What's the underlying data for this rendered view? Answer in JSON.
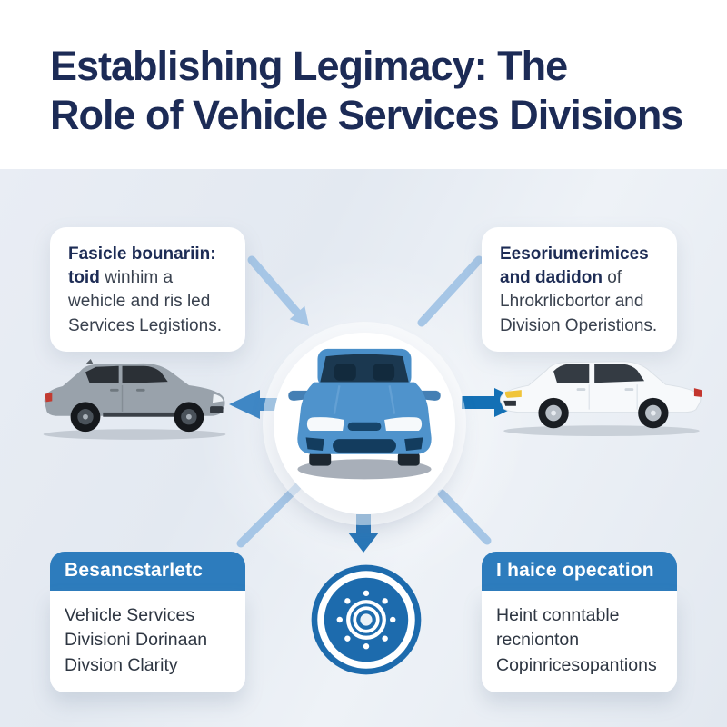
{
  "header": {
    "title_line1": "Establishing Legimacy: The",
    "title_line2": "Role of Vehicle Services Divisions"
  },
  "callouts": {
    "top_left": {
      "line1_bold": "Fasicle bounariin:",
      "line2_bold": "toid",
      "line2_rest": " winhim a",
      "line3": "wehicle and ris led",
      "line4": "Services Legistions."
    },
    "top_right": {
      "line1_bold": "Eesoriumerimices",
      "line2_bold": "and dadidon",
      "line2_rest": " of",
      "line3": "Lhrokrlicbortor and",
      "line4": "Division Operistions."
    }
  },
  "cards": {
    "bottom_left": {
      "header": "Besancstarletc",
      "line1": "Vehicle Services",
      "line2": "Divisioni Dorinaan",
      "line3": "Divsion Clarity"
    },
    "bottom_right": {
      "header": "I haice opecation",
      "line1": "Heint conntable",
      "line2": "recnionton",
      "line3": "Copinricesopantions"
    }
  },
  "icons": {
    "center_vehicle": "blue-car-front",
    "left_vehicle": "gray-hatchback-side",
    "right_vehicle": "white-sedan-side",
    "bottom_hub": "hub-wheel-target"
  },
  "colors": {
    "title_text": "#1c2b56",
    "body_text": "#39414e",
    "card_header_bg": "#2d7cbd",
    "card_header_text": "#ffffff",
    "background_main": "#e6ebf2",
    "light_arrow": "#a6c6e6",
    "solid_arrow_blue": "#2776b8",
    "icon_blue": "#1d6bad",
    "car_blue": "#4f93cc"
  }
}
